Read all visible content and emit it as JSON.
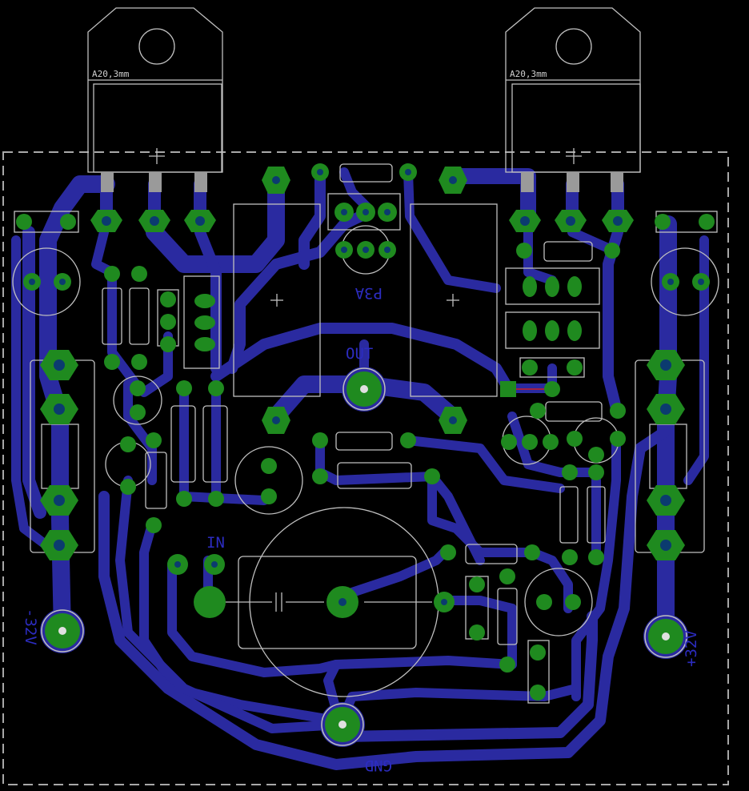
{
  "labels": {
    "part_value_left": "A20,3mm",
    "part_value_right": "A20,3mm",
    "fuse": "P3A",
    "out": "OUT",
    "in": "IN",
    "gnd": "GND",
    "neg_supply": "-32V",
    "pos_supply": "+32V"
  },
  "colors": {
    "background": "#000000",
    "copper_trace": "#2a2aa0",
    "pad": "#1f8a1f",
    "silkscreen": "#c0c0c0",
    "board_outline": "#a8a8a8",
    "layer_text": "#2c2cc0"
  }
}
